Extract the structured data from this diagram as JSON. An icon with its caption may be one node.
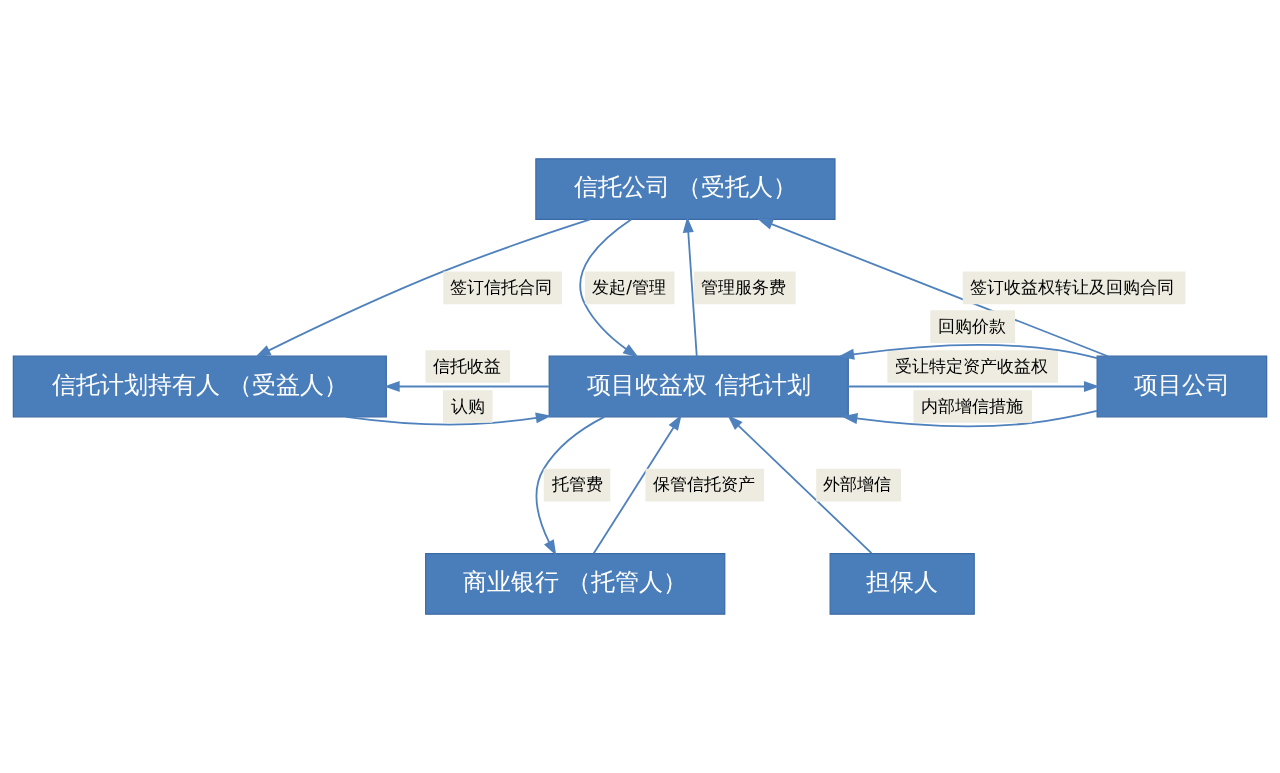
{
  "diagram": {
    "nodes": [
      {
        "text": [
          "信托公司 （受托人）"
        ]
      },
      {
        "text": [
          "信托计划持有人 （受益人）"
        ]
      },
      {
        "text": [
          "项目收益权 信托计划"
        ]
      },
      {
        "text": [
          "项目公司"
        ]
      },
      {
        "text": [
          "担保人"
        ]
      },
      {
        "text": [
          "商业银行 （托管人）"
        ]
      }
    ],
    "edges": [
      {
        "from": 0,
        "to": 1,
        "arrow": "to",
        "label": "签订信托合同"
      },
      {
        "from": 3,
        "to": 0,
        "arrow": "to",
        "label": "签订收益权转让及回购合同"
      },
      {
        "from": 0,
        "to": 2,
        "arrow": "to",
        "label": "发起/管理"
      },
      {
        "from": 2,
        "to": 0,
        "arrow": "to",
        "label": "管理服务费"
      },
      {
        "from": 1,
        "to": 2,
        "arrow": "to",
        "label": "认购"
      },
      {
        "from": 2,
        "to": 1,
        "arrow": "to",
        "label": "信托收益"
      },
      {
        "from": 2,
        "to": 3,
        "arrow": "to",
        "label": "受让特定资产收益权"
      },
      {
        "from": 3,
        "to": 2,
        "arrow": "to",
        "label": "回购价款"
      },
      {
        "from": 3,
        "to": 2,
        "arrow": "to",
        "label": "内部增信措施"
      },
      {
        "from": 4,
        "to": 2,
        "arrow": "to",
        "label": "外部增信"
      },
      {
        "from": 5,
        "to": 2,
        "arrow": "to",
        "label": "保管信托资产"
      },
      {
        "from": 2,
        "to": 5,
        "arrow": "to",
        "label": "托管费"
      }
    ]
  }
}
